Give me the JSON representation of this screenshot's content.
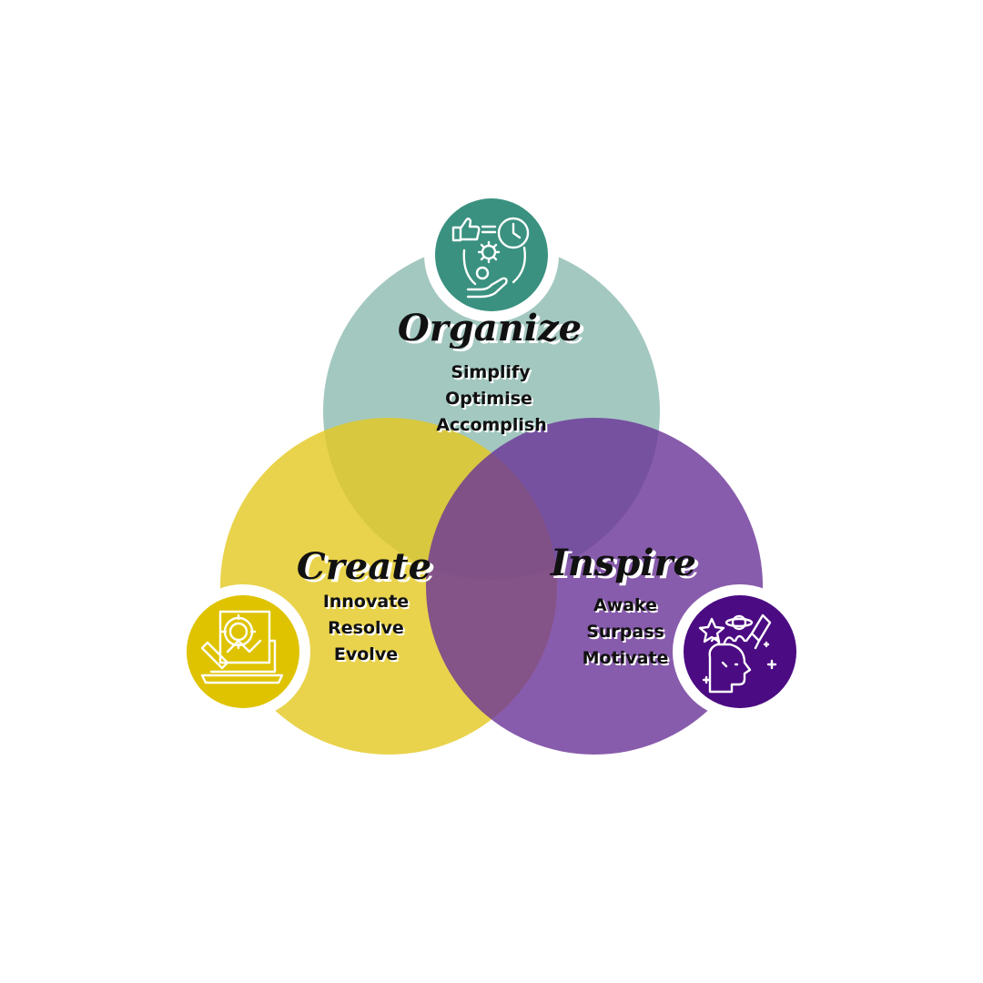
{
  "diagram": {
    "colors": {
      "organize": "#7fb3a8",
      "create": "#e3c81f",
      "inspire": "#6a3397",
      "organize_badge": "#3a9180",
      "create_badge": "#dfc300",
      "inspire_badge": "#4b0b82"
    },
    "organize": {
      "title": "Organize",
      "words": [
        "Simplify",
        "Optimise",
        "Accomplish"
      ],
      "icon": "productivity-icon"
    },
    "create": {
      "title": "Create",
      "words": [
        "Innovate",
        "Resolve",
        "Evolve"
      ],
      "icon": "design-gear-icon"
    },
    "inspire": {
      "title": "Inspire",
      "words": [
        "Awake",
        "Surpass",
        "Motivate"
      ],
      "icon": "creative-mind-icon"
    }
  }
}
